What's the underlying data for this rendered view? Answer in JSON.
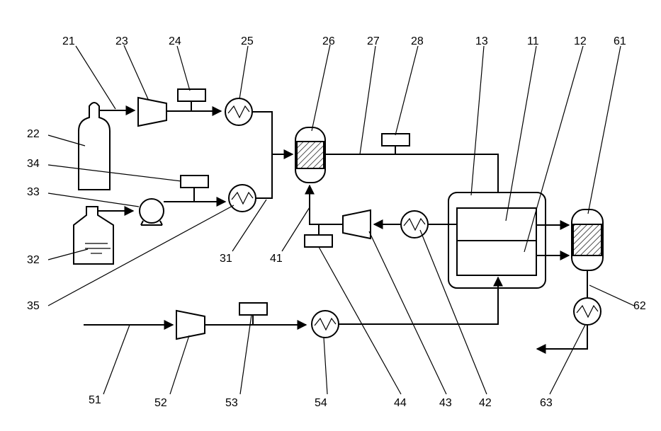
{
  "labels": {
    "l11": "11",
    "l12": "12",
    "l13": "13",
    "l21": "21",
    "l22": "22",
    "l23": "23",
    "l24": "24",
    "l25": "25",
    "l26": "26",
    "l27": "27",
    "l28": "28",
    "l31": "31",
    "l32": "32",
    "l33": "33",
    "l34": "34",
    "l35": "35",
    "l41": "41",
    "l42": "42",
    "l43": "43",
    "l44": "44",
    "l51": "51",
    "l52": "52",
    "l53": "53",
    "l54": "54",
    "l61": "61",
    "l62": "62",
    "l63": "63"
  }
}
